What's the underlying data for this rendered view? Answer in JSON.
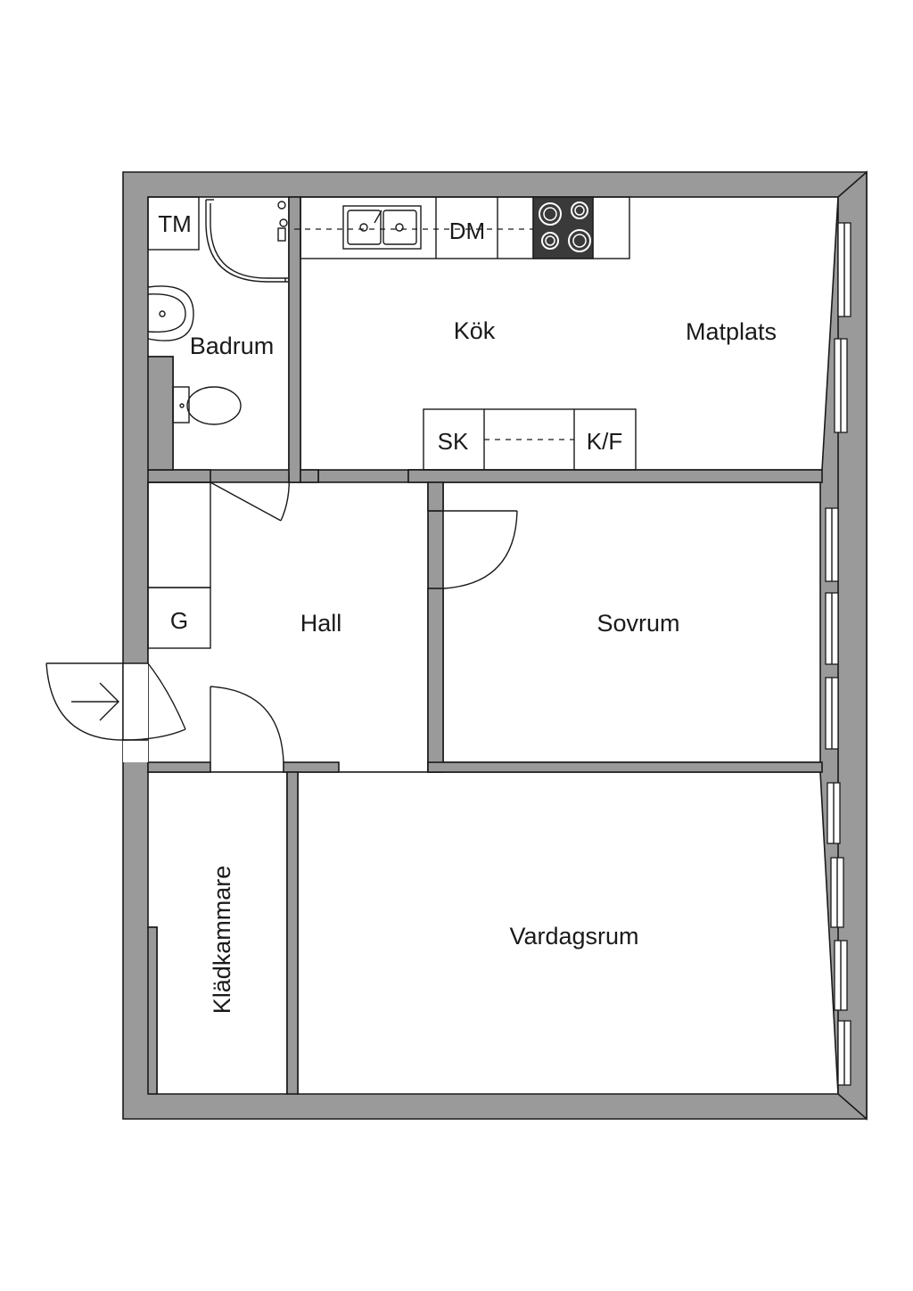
{
  "rooms": {
    "badrum": "Badrum",
    "kok": "Kök",
    "matplats": "Matplats",
    "hall": "Hall",
    "sovrum": "Sovrum",
    "vardagsrum": "Vardagsrum",
    "kladkammare": "Klädkammare"
  },
  "fixtures": {
    "tm": "TM",
    "dm": "DM",
    "sk": "SK",
    "kf": "K/F",
    "g": "G"
  },
  "colors": {
    "wall": "#9a9a9a",
    "line": "#1a1a1a",
    "floor": "#ffffff",
    "stove": "#3a3a3a"
  }
}
